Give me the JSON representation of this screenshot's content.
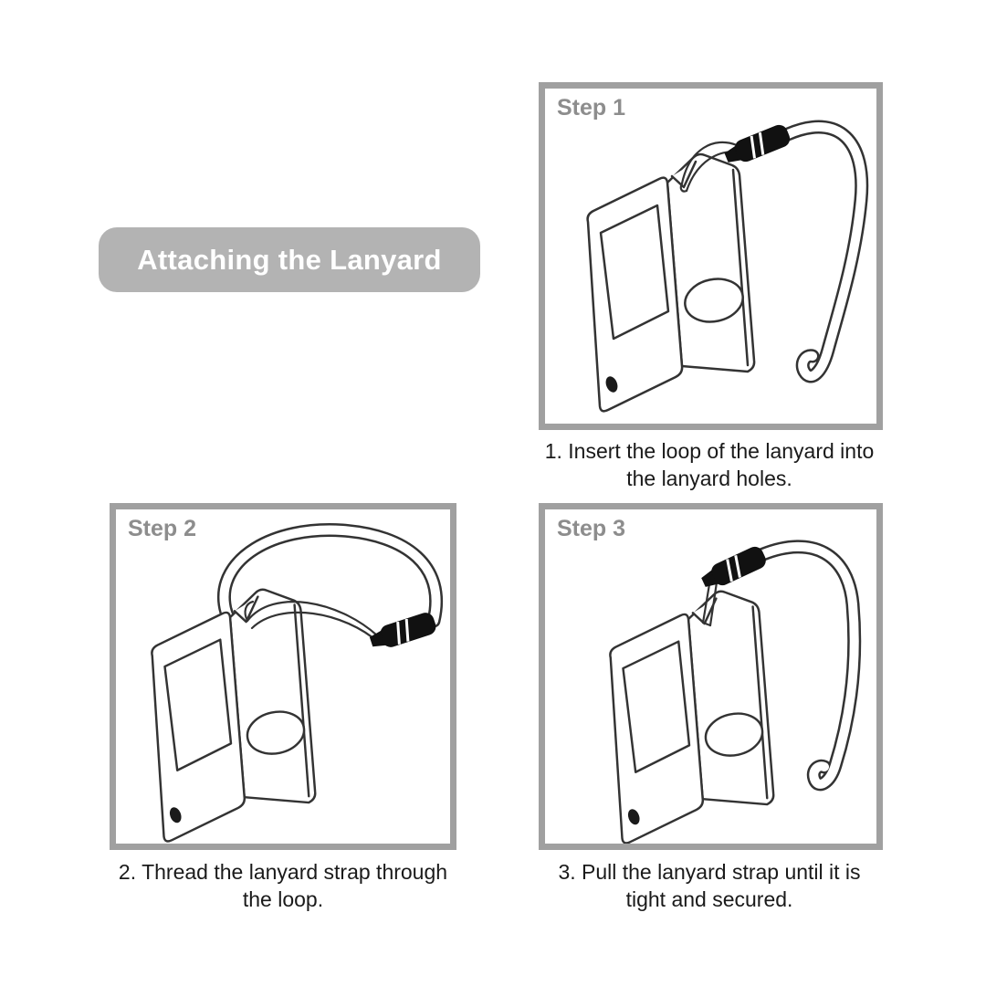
{
  "title": {
    "label": "Attaching the Lanyard"
  },
  "steps": [
    {
      "label": "Step 1",
      "caption_lines": [
        "1. Insert the loop of the lanyard into",
        "the lanyard holes."
      ],
      "illustration": "device-with-lanyard-loop-inserted-into-holes"
    },
    {
      "label": "Step 2",
      "caption_lines": [
        "2. Thread the lanyard strap through",
        "the loop."
      ],
      "illustration": "device-with-strap-threaded-through-loop"
    },
    {
      "label": "Step 3",
      "caption_lines": [
        "3. Pull the lanyard strap until it is",
        "tight and secured."
      ],
      "illustration": "device-with-lanyard-pulled-tight"
    }
  ],
  "colors": {
    "title_background": "#b3b3b3",
    "title_text": "#ffffff",
    "panel_border": "#a0a0a0",
    "step_label": "#8d8d8d",
    "line_art": "#333333",
    "caption_text": "#1a1a1a",
    "connector_fill": "#111111"
  }
}
